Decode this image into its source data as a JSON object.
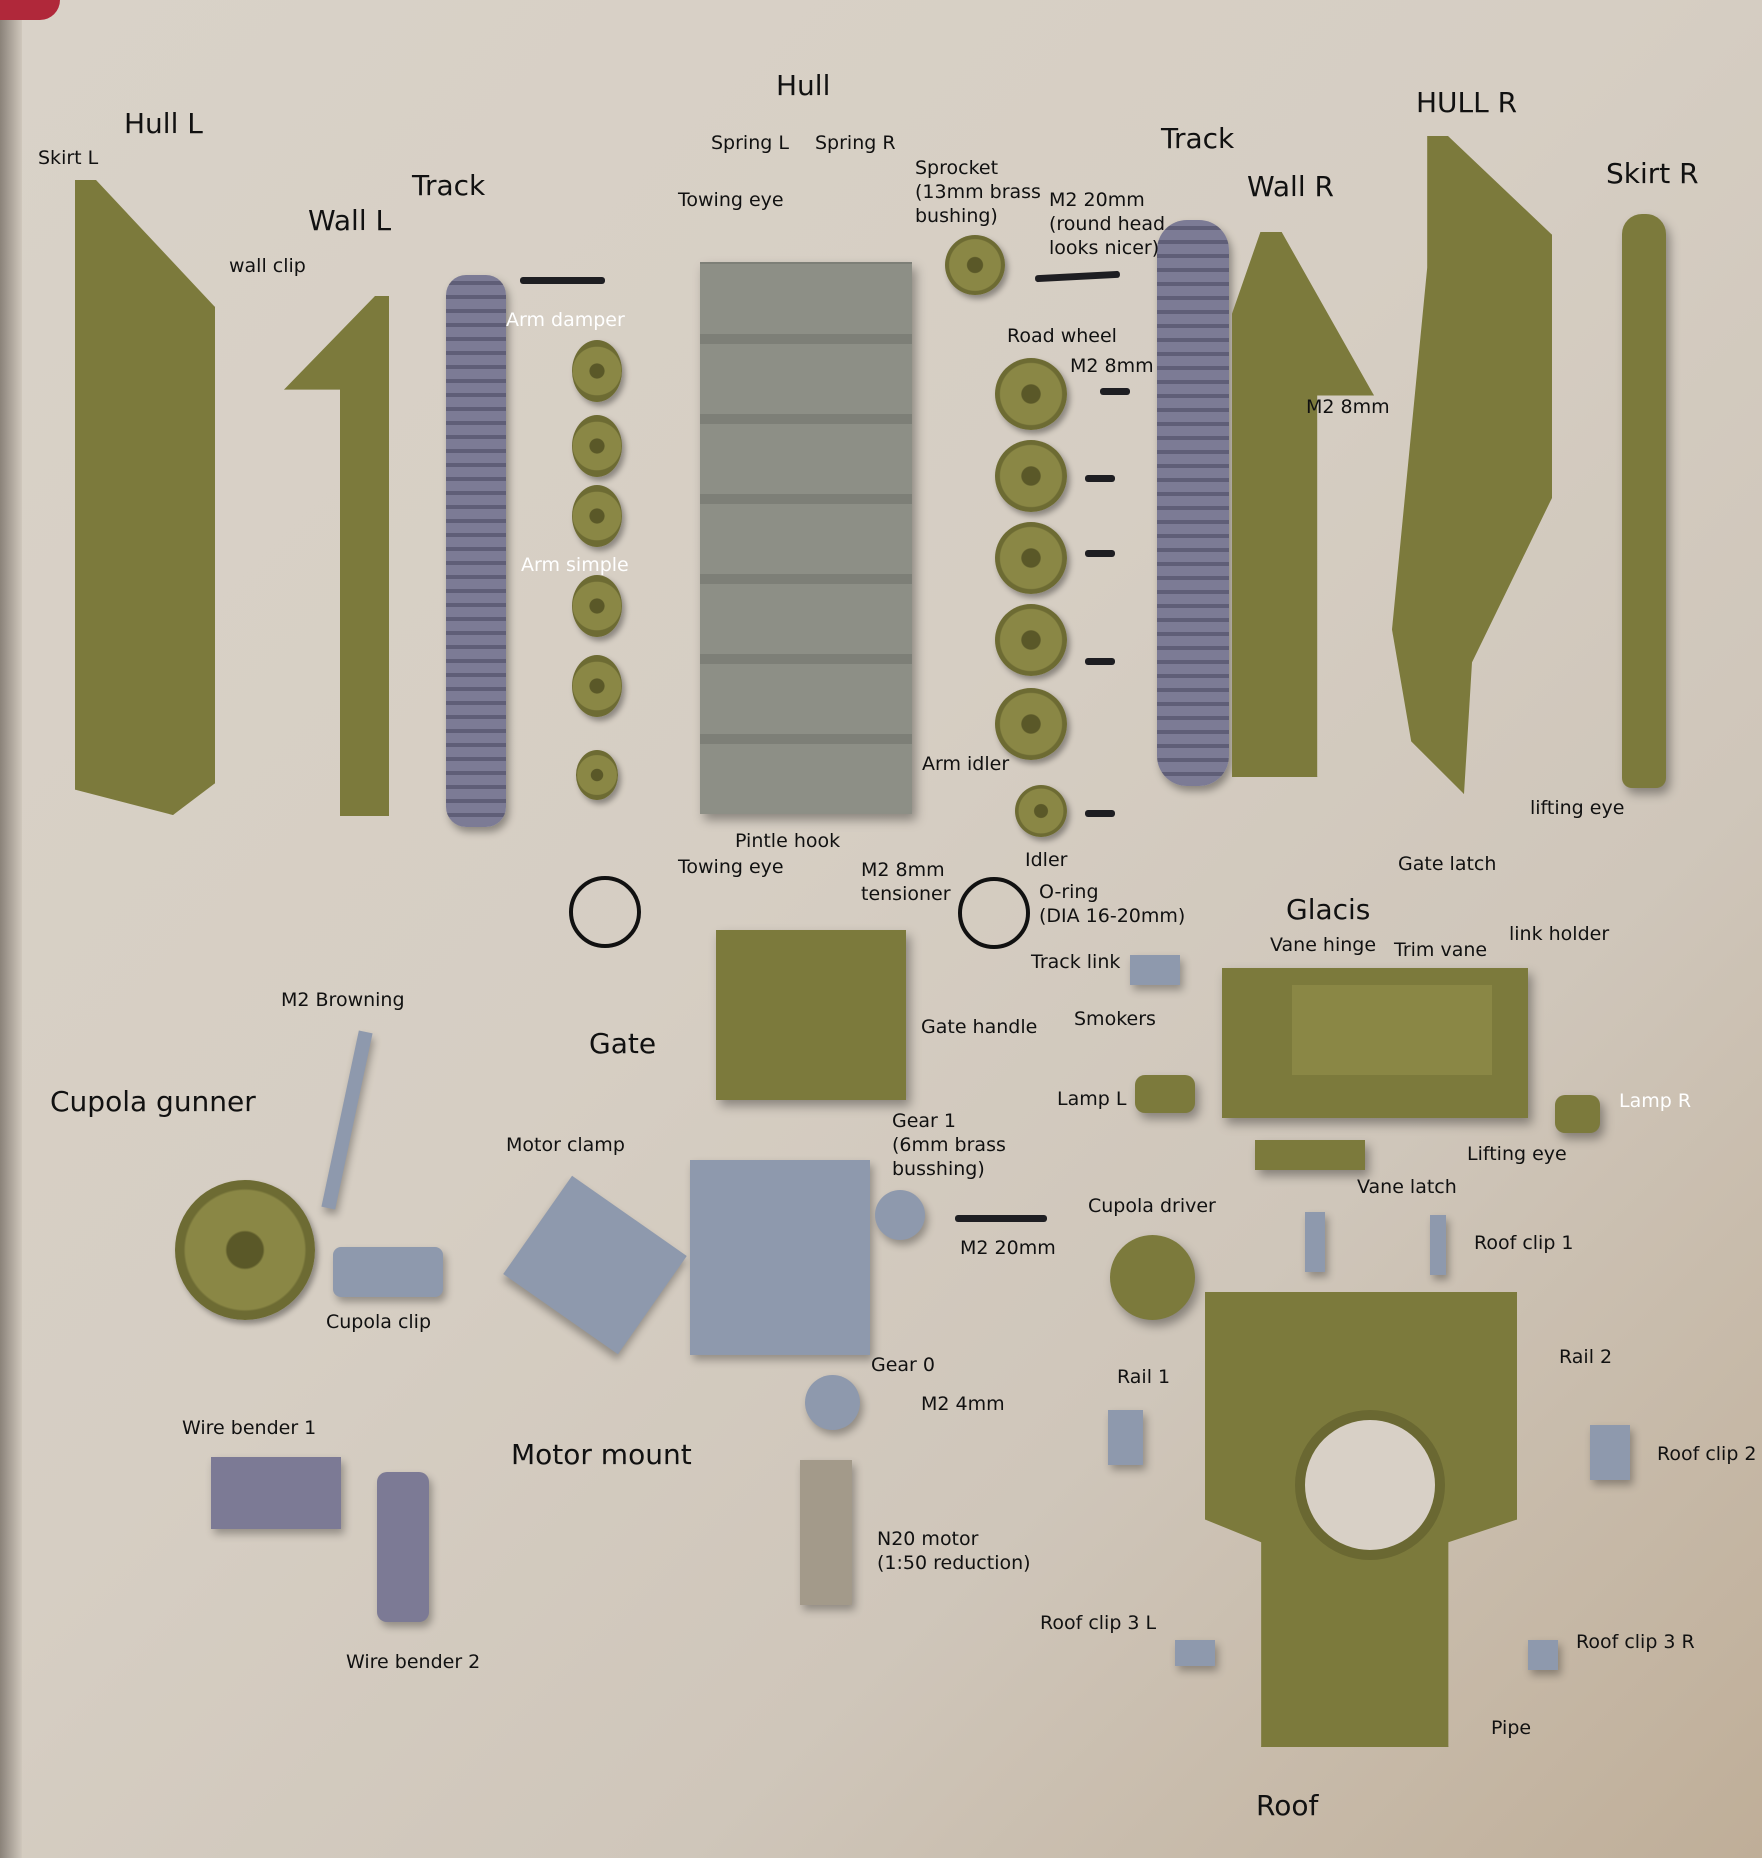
{
  "colors": {
    "olive": "#7c7a3c",
    "gray_part": "#8e99ad",
    "track": "#7c7b95",
    "background": "#d9d2c8"
  },
  "labels": {
    "hull_l": "Hull L",
    "skirt_l": "Skirt L",
    "wall_l": "Wall L",
    "track_l": "Track",
    "wall_clip": "wall clip",
    "hull": "Hull",
    "spring_l": "Spring L",
    "spring_r": "Spring R",
    "towing_eye_top": "Towing eye",
    "sprocket": "Sprocket\n(13mm brass\nbushing)",
    "m2_20mm_top": "M2 20mm\n(round head\nlooks nicer)",
    "track_r": "Track",
    "wall_r": "Wall R",
    "hull_r": "HULL R",
    "skirt_r": "Skirt R",
    "arm_damper": "Arm damper",
    "road_wheel": "Road wheel",
    "m2_8mm_a": "M2 8mm",
    "m2_8mm_b": "M2 8mm",
    "arm_simple": "Arm simple",
    "arm_idler": "Arm idler",
    "pintle_hook": "Pintle hook",
    "towing_eye_bottom": "Towing eye",
    "m2_8mm_tensioner": "M2 8mm\ntensioner",
    "idler": "Idler",
    "o_ring": "O-ring\n(DIA 16-20mm)",
    "gate_latch": "Gate latch",
    "lifting_eye_hull": "lifting eye",
    "glacis": "Glacis",
    "vane_hinge": "Vane hinge",
    "trim_vane": "Trim vane",
    "link_holder": "link holder",
    "track_link": "Track link",
    "smokers": "Smokers",
    "gate_handle": "Gate handle",
    "gate": "Gate",
    "lamp_l": "Lamp L",
    "lamp_r": "Lamp R",
    "lifting_eye_glacis": "Lifting eye",
    "vane_latch": "Vane latch",
    "m2_browning": "M2 Browning",
    "cupola_gunner": "Cupola gunner",
    "motor_clamp": "Motor clamp",
    "gear_1": "Gear 1\n(6mm brass\nbusshing)",
    "cupola_driver": "Cupola driver",
    "m2_20mm_bottom": "M2 20mm",
    "roof_clip_1": "Roof clip 1",
    "cupola_clip": "Cupola clip",
    "gear_0": "Gear 0",
    "rail_1": "Rail 1",
    "rail_2": "Rail 2",
    "m2_4mm": "M2 4mm",
    "wire_bender_1": "Wire bender 1",
    "motor_mount": "Motor mount",
    "roof_clip_2": "Roof clip 2",
    "n20_motor": "N20 motor\n(1:50 reduction)",
    "roof_clip_3_l": "Roof clip 3 L",
    "roof_clip_3_r": "Roof clip 3 R",
    "wire_bender_2": "Wire bender 2",
    "pipe": "Pipe",
    "roof": "Roof"
  }
}
